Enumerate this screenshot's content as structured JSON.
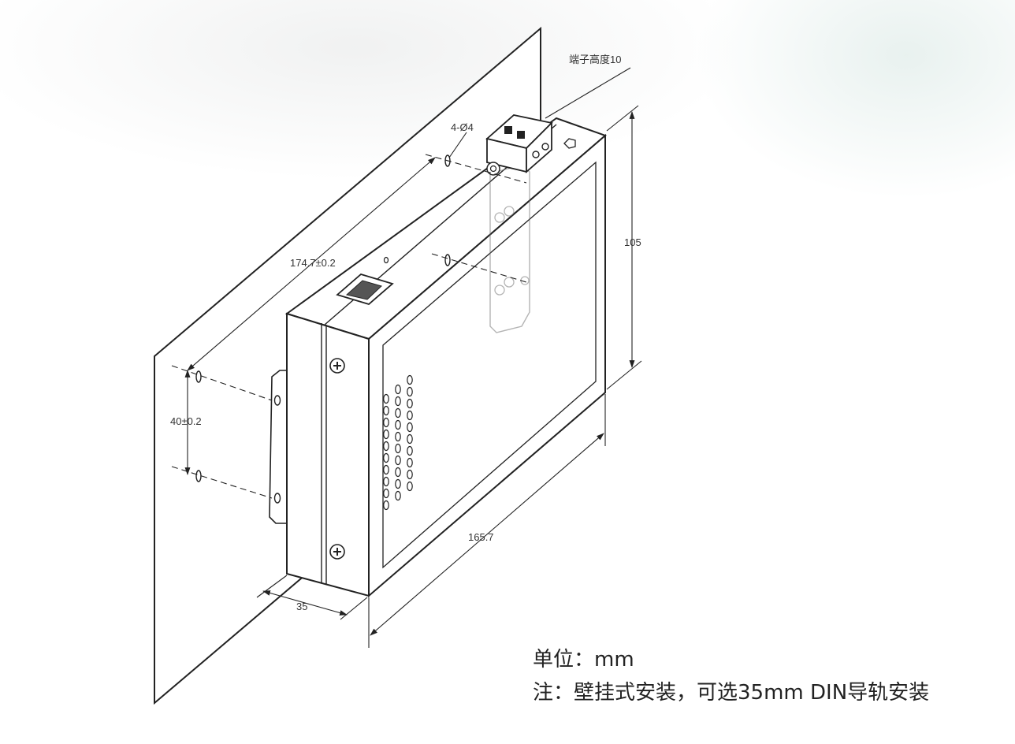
{
  "dimensions": {
    "terminal_height": "端子高度10",
    "holes": "4-Ø4",
    "depth_span": "174.7±0.2",
    "height": "105",
    "hole_spacing": "40±0.2",
    "width": "35",
    "length": "165.7"
  },
  "notes": {
    "unit": "单位：mm",
    "mounting": "注：壁挂式安装，可选35mm DIN导轨安装"
  }
}
